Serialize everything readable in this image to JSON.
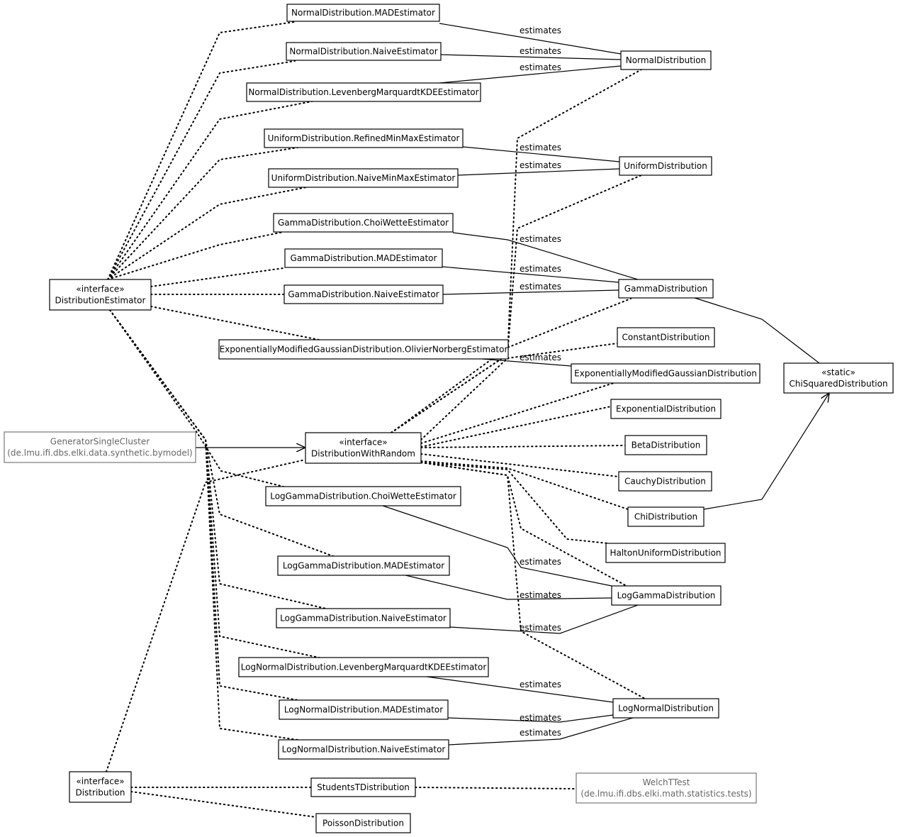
{
  "diagram": {
    "nodes": [
      {
        "id": "nd_mad",
        "lines": [
          "NormalDistribution.MADEstimator"
        ]
      },
      {
        "id": "nd_naive",
        "lines": [
          "NormalDistribution.NaiveEstimator"
        ]
      },
      {
        "id": "nd_lm",
        "lines": [
          "NormalDistribution.LevenbergMarquardtKDEEstimator"
        ]
      },
      {
        "id": "nd",
        "lines": [
          "NormalDistribution"
        ]
      },
      {
        "id": "ud_refined",
        "lines": [
          "UniformDistribution.RefinedMinMaxEstimator"
        ]
      },
      {
        "id": "ud_naive",
        "lines": [
          "UniformDistribution.NaiveMinMaxEstimator"
        ]
      },
      {
        "id": "ud",
        "lines": [
          "UniformDistribution"
        ]
      },
      {
        "id": "gd_choi",
        "lines": [
          "GammaDistribution.ChoiWetteEstimator"
        ]
      },
      {
        "id": "gd_mad",
        "lines": [
          "GammaDistribution.MADEstimator"
        ]
      },
      {
        "id": "gd_naive",
        "lines": [
          "GammaDistribution.NaiveEstimator"
        ]
      },
      {
        "id": "gd",
        "lines": [
          "GammaDistribution"
        ]
      },
      {
        "id": "de",
        "lines": [
          "«interface»",
          "DistributionEstimator"
        ]
      },
      {
        "id": "emg_est",
        "lines": [
          "ExponentiallyModifiedGaussianDistribution.OlivierNorbergEstimator"
        ]
      },
      {
        "id": "const",
        "lines": [
          "ConstantDistribution"
        ]
      },
      {
        "id": "emg",
        "lines": [
          "ExponentiallyModifiedGaussianDistribution"
        ]
      },
      {
        "id": "chisq",
        "lines": [
          "«static»",
          "ChiSquaredDistribution"
        ]
      },
      {
        "id": "expo",
        "lines": [
          "ExponentialDistribution"
        ]
      },
      {
        "id": "gen",
        "lines": [
          "GeneratorSingleCluster",
          "(de.lmu.ifi.dbs.elki.data.synthetic.bymodel)"
        ],
        "external": true
      },
      {
        "id": "dwr",
        "lines": [
          "«interface»",
          "DistributionWithRandom"
        ]
      },
      {
        "id": "beta",
        "lines": [
          "BetaDistribution"
        ]
      },
      {
        "id": "cauchy",
        "lines": [
          "CauchyDistribution"
        ]
      },
      {
        "id": "lgd_choi",
        "lines": [
          "LogGammaDistribution.ChoiWetteEstimator"
        ]
      },
      {
        "id": "chi",
        "lines": [
          "ChiDistribution"
        ]
      },
      {
        "id": "halton",
        "lines": [
          "HaltonUniformDistribution"
        ]
      },
      {
        "id": "lgd_mad",
        "lines": [
          "LogGammaDistribution.MADEstimator"
        ]
      },
      {
        "id": "lgd",
        "lines": [
          "LogGammaDistribution"
        ]
      },
      {
        "id": "lgd_naive",
        "lines": [
          "LogGammaDistribution.NaiveEstimator"
        ]
      },
      {
        "id": "lnd_lm",
        "lines": [
          "LogNormalDistribution.LevenbergMarquardtKDEEstimator"
        ]
      },
      {
        "id": "lnd",
        "lines": [
          "LogNormalDistribution"
        ]
      },
      {
        "id": "lnd_mad",
        "lines": [
          "LogNormalDistribution.MADEstimator"
        ]
      },
      {
        "id": "lnd_naive",
        "lines": [
          "LogNormalDistribution.NaiveEstimator"
        ]
      },
      {
        "id": "dist",
        "lines": [
          "«interface»",
          "Distribution"
        ]
      },
      {
        "id": "students",
        "lines": [
          "StudentsTDistribution"
        ]
      },
      {
        "id": "welch",
        "lines": [
          "WelchTTest",
          "(de.lmu.ifi.dbs.elki.math.statistics.tests)"
        ],
        "external": true
      },
      {
        "id": "poisson",
        "lines": [
          "PoissonDistribution"
        ]
      }
    ],
    "edges": [
      {
        "label": "estimates"
      },
      {
        "label": "estimates"
      },
      {
        "label": "estimates"
      },
      {
        "label": "estimates"
      },
      {
        "label": "estimates"
      },
      {
        "label": "estimates"
      },
      {
        "label": "estimates"
      },
      {
        "label": "estimates"
      },
      {
        "label": "estimates"
      },
      {
        "label": "estimates"
      },
      {
        "label": "estimates"
      },
      {
        "label": "estimates"
      },
      {
        "label": "estimates"
      },
      {
        "label": "estimates"
      },
      {
        "label": "estimates"
      }
    ]
  }
}
